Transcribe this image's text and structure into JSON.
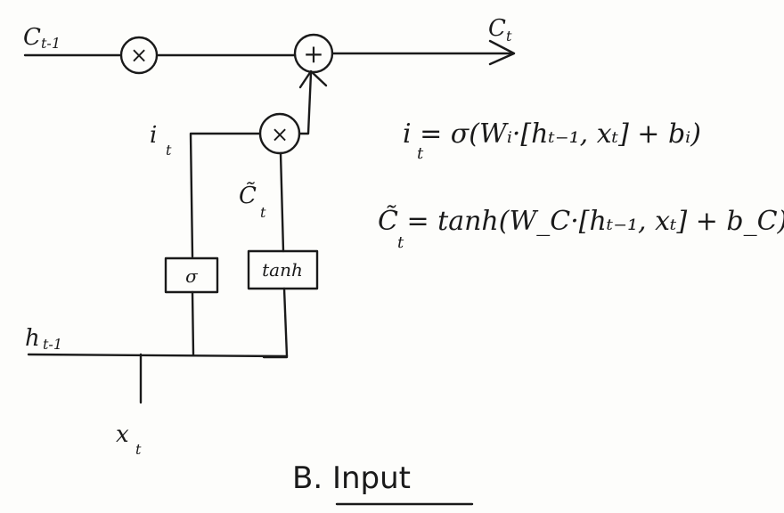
{
  "labels": {
    "c_prev": {
      "main": "C",
      "sub": "t-1"
    },
    "c_t": {
      "main": "C",
      "sub": "t"
    },
    "h_prev": {
      "main": "h",
      "sub": "t-1"
    },
    "x_t": {
      "main": "x",
      "sub": "t"
    },
    "i_t": {
      "main": "i",
      "sub": "t"
    },
    "c_tilde": {
      "main": "C̃",
      "sub": "t"
    }
  },
  "gates": {
    "multiply_symbol": "×",
    "add_symbol": "+",
    "sigma_label": "σ",
    "tanh_label": "tanh"
  },
  "equations": {
    "input_gate": "i = σ(Wᵢ·[hₜ₋₁, xₜ] + bᵢ)",
    "input_gate_lhs_sub": "t",
    "candidate": "C̃ = tanh(W_C·[hₜ₋₁, xₜ] + b_C)",
    "candidate_lhs_sub": "t"
  },
  "caption": "B. Input"
}
